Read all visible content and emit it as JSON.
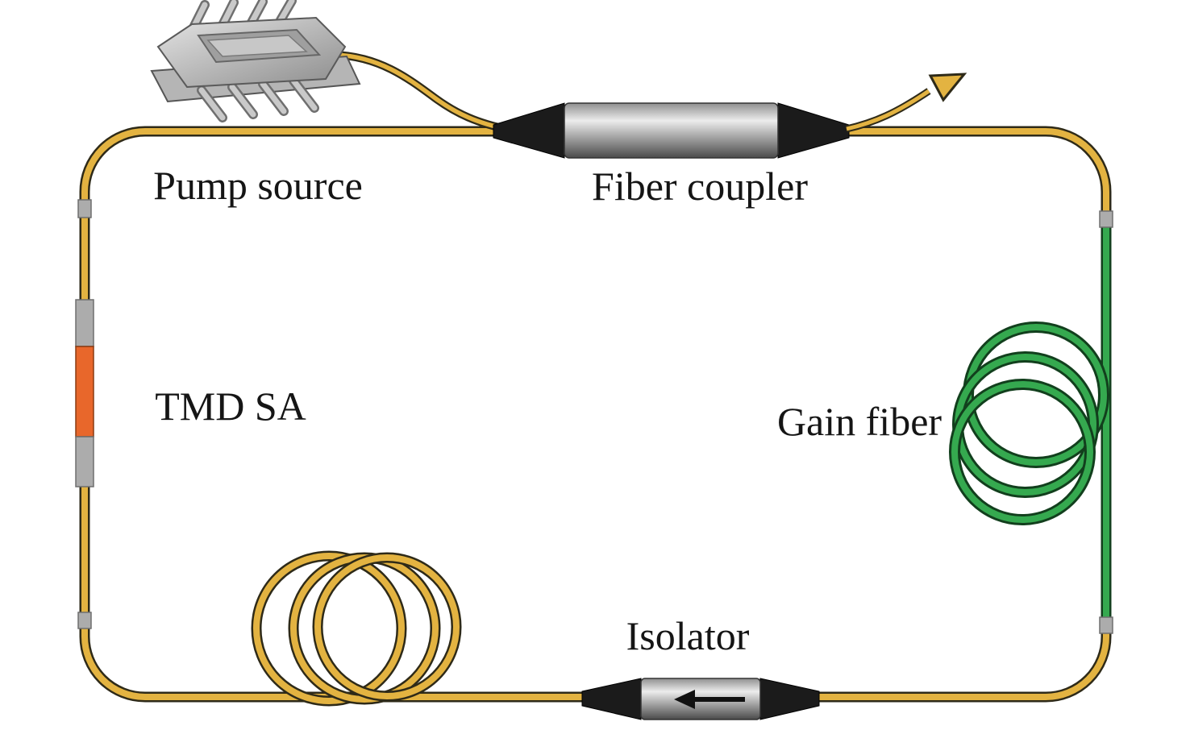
{
  "diagram": {
    "kind": "fiber-ring-laser-schematic",
    "labels": {
      "pump_source": "Pump source",
      "fiber_coupler": "Fiber coupler",
      "tmd_sa": "TMD SA",
      "gain_fiber": "Gain fiber",
      "isolator": "Isolator"
    },
    "colors": {
      "fiber_yellow": "#E3B341",
      "fiber_green": "#35A94F",
      "sa_orange": "#E8672B",
      "splice_gray": "#ACACAC",
      "outline_dark": "#2E2A18",
      "green_outline": "#123F1D",
      "component_black": "#1B1B1B",
      "label_color": "#151515"
    }
  }
}
